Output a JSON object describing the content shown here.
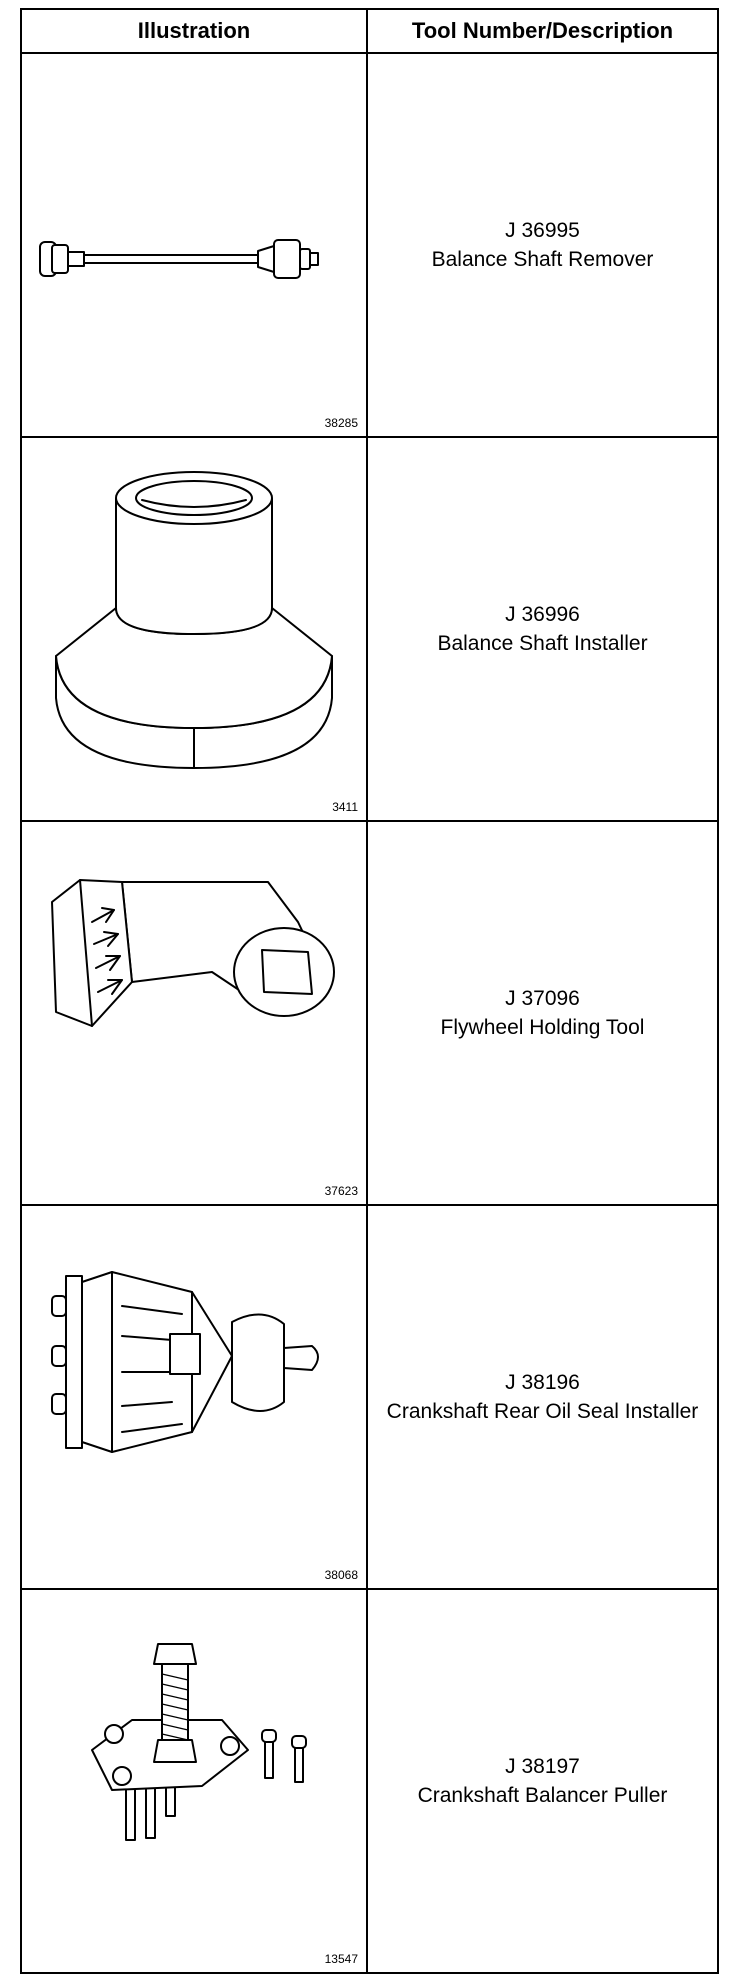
{
  "header": {
    "col_illustration": "Illustration",
    "col_tool": "Tool Number/Description"
  },
  "rows": [
    {
      "figure_number": "38285",
      "tool_number": "J 36995",
      "description": "Balance Shaft Remover",
      "icon": "balance-shaft-remover-drawing"
    },
    {
      "figure_number": "3411",
      "tool_number": "J 36996",
      "description": "Balance Shaft Installer",
      "icon": "balance-shaft-installer-drawing"
    },
    {
      "figure_number": "37623",
      "tool_number": "J 37096",
      "description": "Flywheel Holding Tool",
      "icon": "flywheel-holding-tool-drawing"
    },
    {
      "figure_number": "38068",
      "tool_number": "J 38196",
      "description": "Crankshaft Rear Oil Seal Installer",
      "icon": "crankshaft-rear-oil-seal-installer-drawing"
    },
    {
      "figure_number": "13547",
      "tool_number": "J 38197",
      "description": "Crankshaft Balancer Puller",
      "icon": "crankshaft-balancer-puller-drawing"
    }
  ]
}
